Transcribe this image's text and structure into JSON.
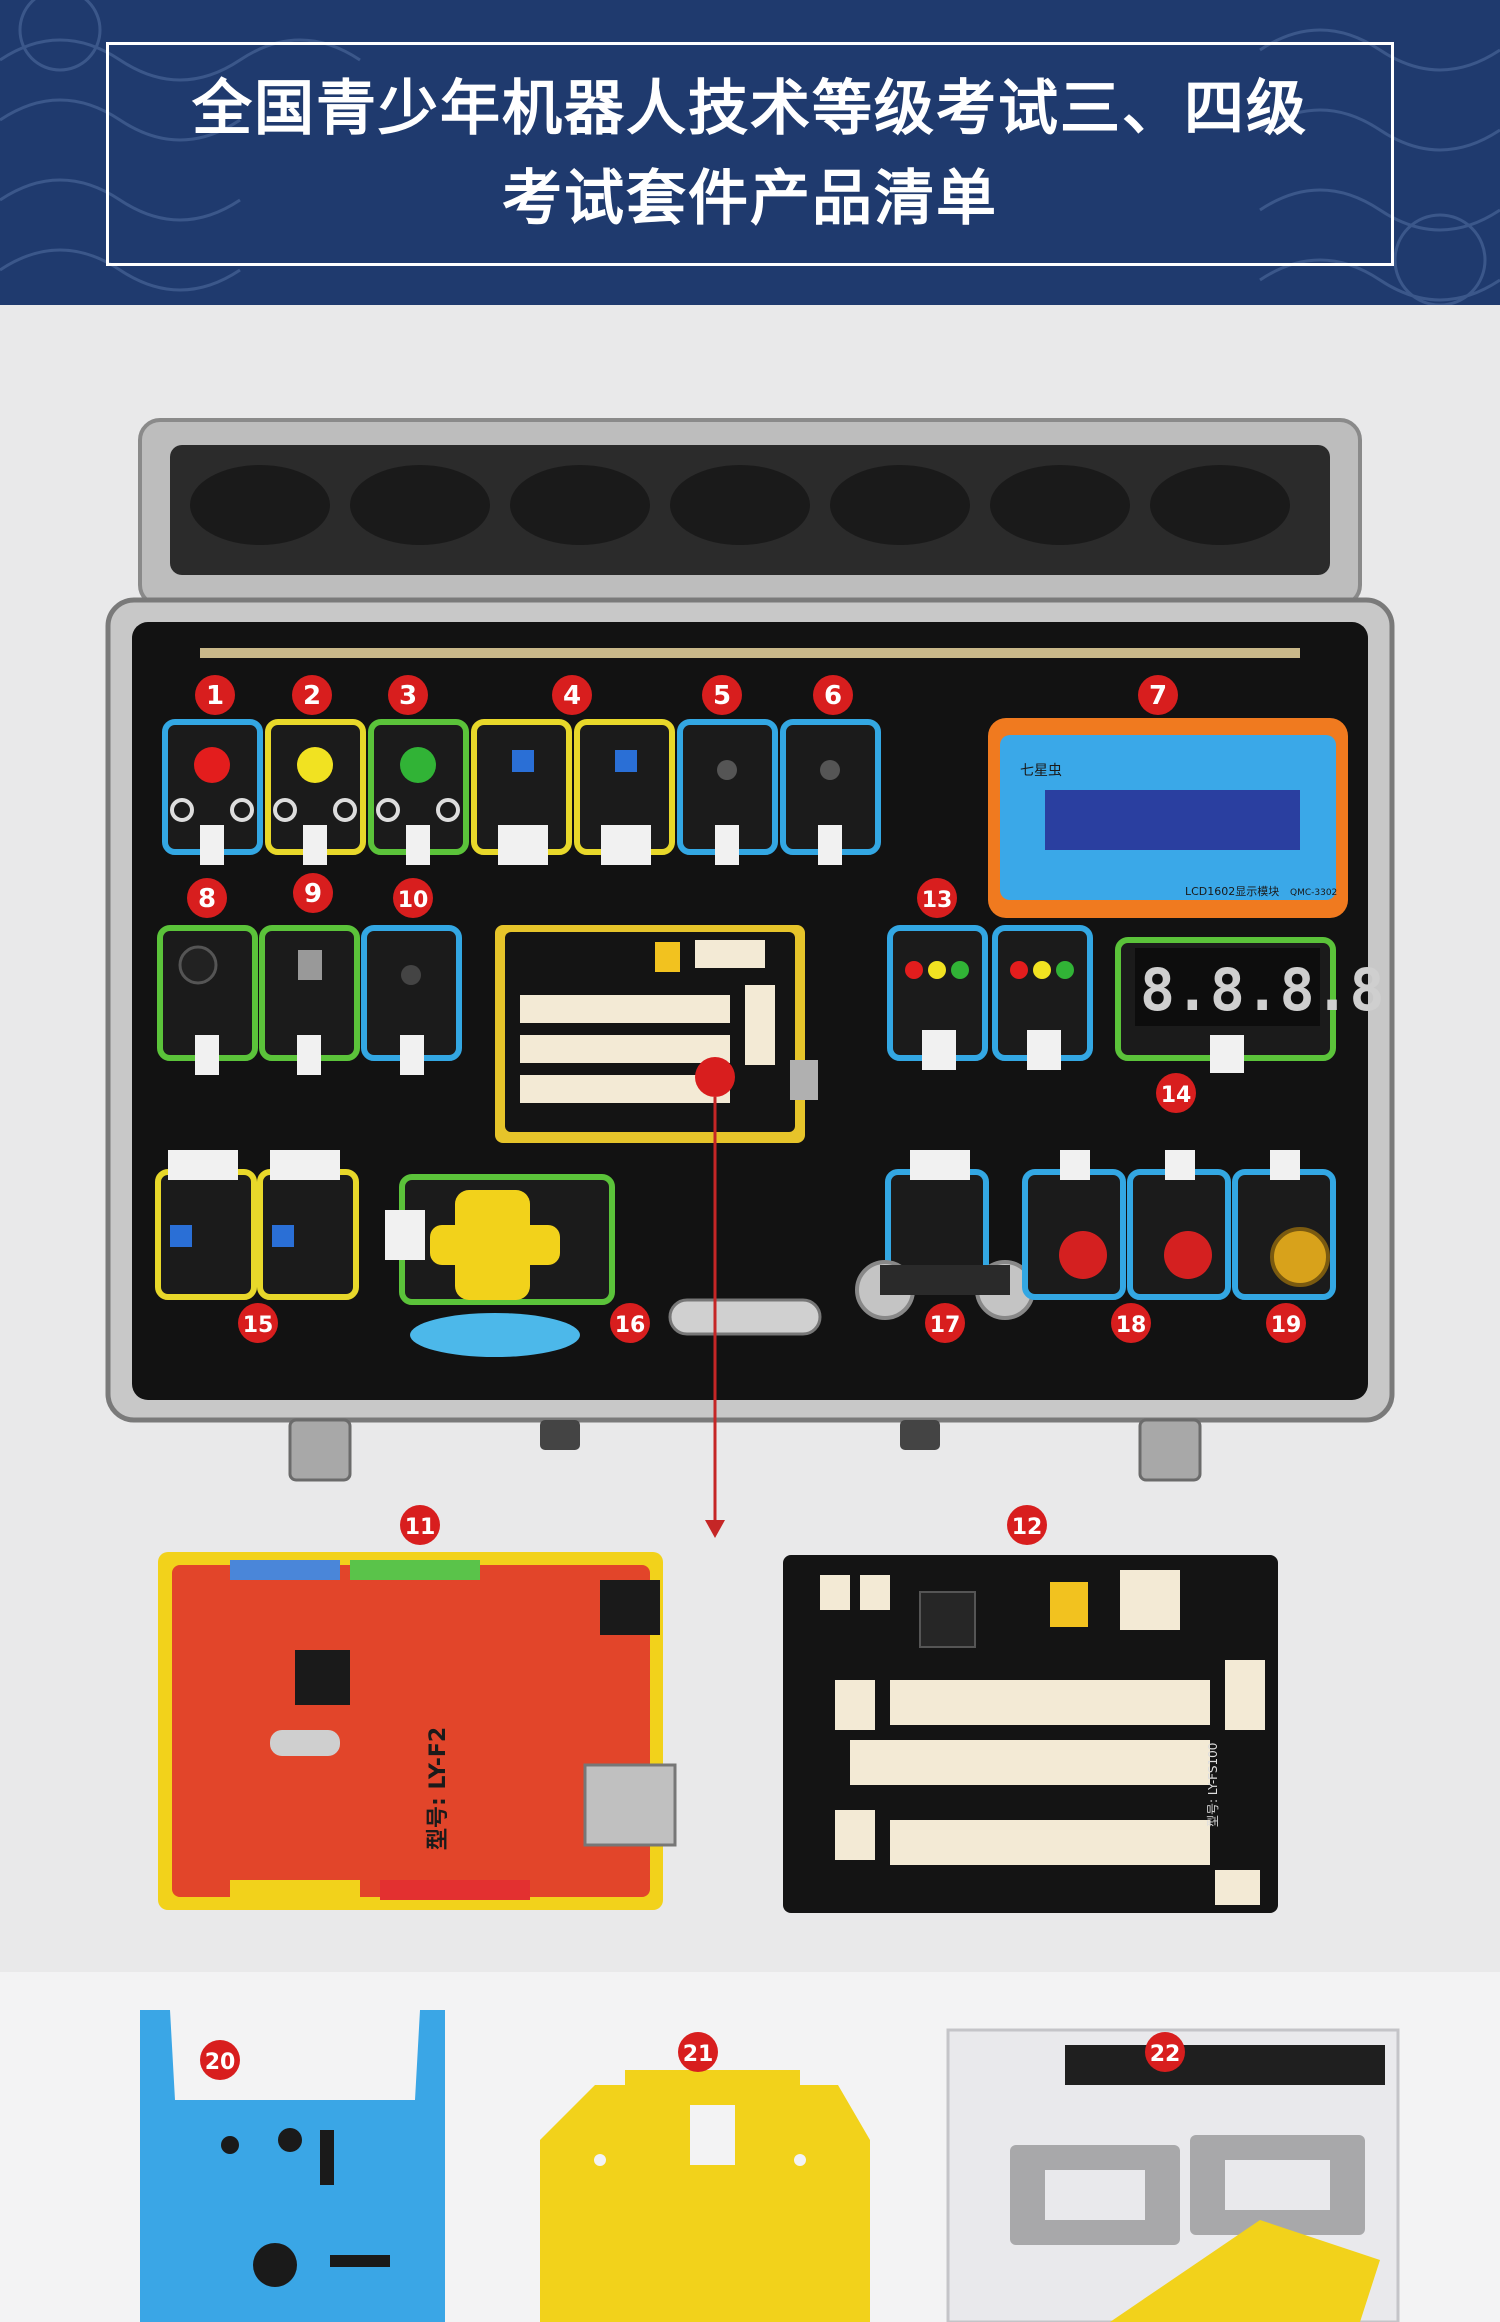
{
  "title": {
    "line1": "全国青少年机器人技术等级考试三、四级",
    "line2": "考试套件产品清单"
  },
  "module_labels": {
    "lcd_brand": "七星虫",
    "lcd_name": "LCD1602显示模块",
    "lcd_model": "QMC-3302",
    "seg_digits": "8.8.8.8",
    "board11_model": "型号: LY-F2",
    "board12_model": "型号: LY-FS100"
  },
  "badges": [
    "1",
    "2",
    "3",
    "4",
    "5",
    "6",
    "7",
    "8",
    "9",
    "10",
    "11",
    "12",
    "13",
    "14",
    "15",
    "16",
    "17",
    "18",
    "19",
    "20",
    "21",
    "22"
  ],
  "colors": {
    "header_bg": "#1f3a6e",
    "badge": "#d81e1e",
    "case_black": "#121212",
    "arduino_red": "#e2452a",
    "plate_yellow": "#f2d21b",
    "chassis_blue": "#3aa6e6"
  }
}
